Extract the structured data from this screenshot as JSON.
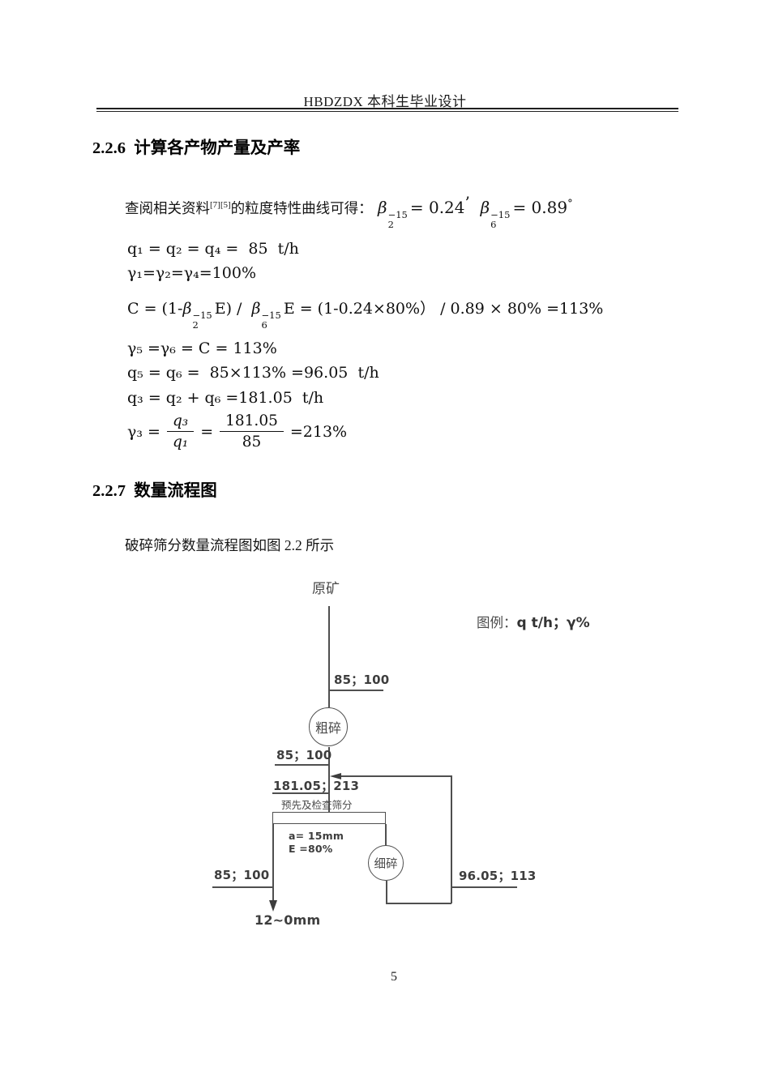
{
  "header": {
    "title": "HBDZDX 本科生毕业设计"
  },
  "page": {
    "number": "5"
  },
  "s226": {
    "heading": "2.2.6  计算各产物产量及产率",
    "intro_pre": "查阅相关资料",
    "intro_refs": "[7][5]",
    "intro_post": "的粒度特性曲线可得：",
    "beta_glyph": "β",
    "beta_sup": "−15",
    "beta1_sub": "2",
    "beta1_rhs": "= 0.24",
    "beta_sep": "’",
    "beta2_sub": "6",
    "beta2_rhs": "= 0.89",
    "beta_deg": "°",
    "eq_q124": "q₁ = q₂ = q₄ =  85  t/h",
    "eq_g124": "γ₁=γ₂=γ₄=100%",
    "c_p1": "C = (1-",
    "c_p2": "E) /  ",
    "c_p3": "E = (1-0.24×80%） / 0.89 × 80% =113%",
    "eq_g56": "γ₅ =γ₆ = C = 113%",
    "eq_q56": "q₅ = q₆ =  85×113% =96.05  t/h",
    "eq_q3": "q₃ = q₂ + q₆ =181.05  t/h",
    "g3_lhs": "γ₃ =",
    "g3_f1_num": "q₃",
    "g3_f1_den": "q₁",
    "g3_eq": "=",
    "g3_f2_num": "181.05",
    "g3_f2_den": "85",
    "g3_rhs": "=213%"
  },
  "s227": {
    "heading": "2.2.7  数量流程图",
    "para": "破碎筛分数量流程图如图 2.2 所示"
  },
  "diagram": {
    "raw_ore_label": "原矿",
    "legend_prefix": "图例：",
    "legend_units": "q t/h；γ%",
    "coarse_crusher_label": "粗碎",
    "fine_crusher_label": "细碎",
    "screening_label": "预先及检查筛分",
    "screen_aperture": "a= 15mm",
    "screen_efficiency": "E =80%",
    "flow_feed": "85；100",
    "flow_coarse_product": "85；100",
    "flow_screen_feed": "181.05；213",
    "flow_undersize": "85；100",
    "flow_fine_return": "96.05；113",
    "product_size": "12~0mm",
    "line_color": "#4f4f4f"
  }
}
